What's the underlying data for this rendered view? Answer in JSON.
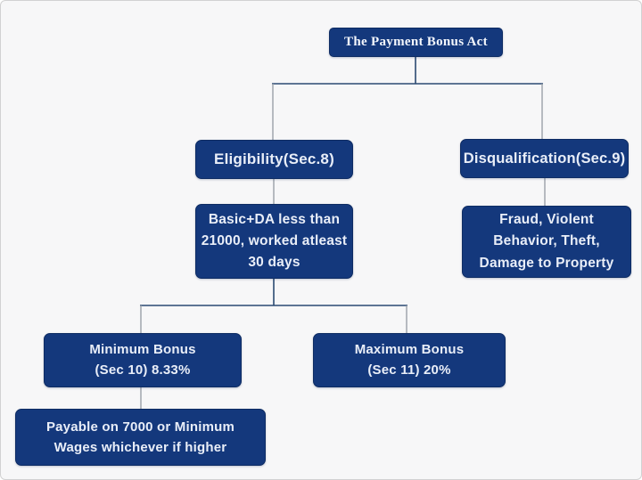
{
  "page": {
    "background_color": "#f7f7f8",
    "frame_border_color": "#d2d2d2"
  },
  "palette": {
    "node_fill": "#14387c",
    "node_border": "#0e2c63",
    "node_text": "#e9eef8",
    "title_text": "#f4f7fd",
    "connector_main": "#2b4a72",
    "connector_branch": "#9aa0a8"
  },
  "diagram": {
    "type": "flowchart",
    "title": "The Payment Bonus Act",
    "nodes": {
      "root": {
        "label": "The Payment Bonus Act"
      },
      "eligibility": {
        "label": "Eligibility(Sec.8)"
      },
      "disqualification": {
        "label": "Disqualification(Sec.9)"
      },
      "eligibility_criteria": {
        "lines": [
          "Basic+DA less than",
          "21000, worked atleast",
          "30 days"
        ]
      },
      "disqualification_reasons": {
        "lines": [
          "Fraud, Violent",
          "Behavior, Theft,",
          "Damage to Property"
        ]
      },
      "minimum_bonus": {
        "lines": [
          "Minimum Bonus",
          "(Sec 10) 8.33%"
        ]
      },
      "maximum_bonus": {
        "lines": [
          "Maximum Bonus",
          "(Sec 11) 20%"
        ]
      },
      "payable_basis": {
        "lines": [
          "Payable on 7000 or Minimum",
          "Wages whichever if higher"
        ]
      }
    },
    "edges": [
      {
        "from": "root",
        "to": "eligibility"
      },
      {
        "from": "root",
        "to": "disqualification"
      },
      {
        "from": "eligibility",
        "to": "eligibility_criteria"
      },
      {
        "from": "disqualification",
        "to": "disqualification_reasons"
      },
      {
        "from": "eligibility_criteria",
        "to": "minimum_bonus"
      },
      {
        "from": "eligibility_criteria",
        "to": "maximum_bonus"
      },
      {
        "from": "minimum_bonus",
        "to": "payable_basis"
      }
    ]
  }
}
